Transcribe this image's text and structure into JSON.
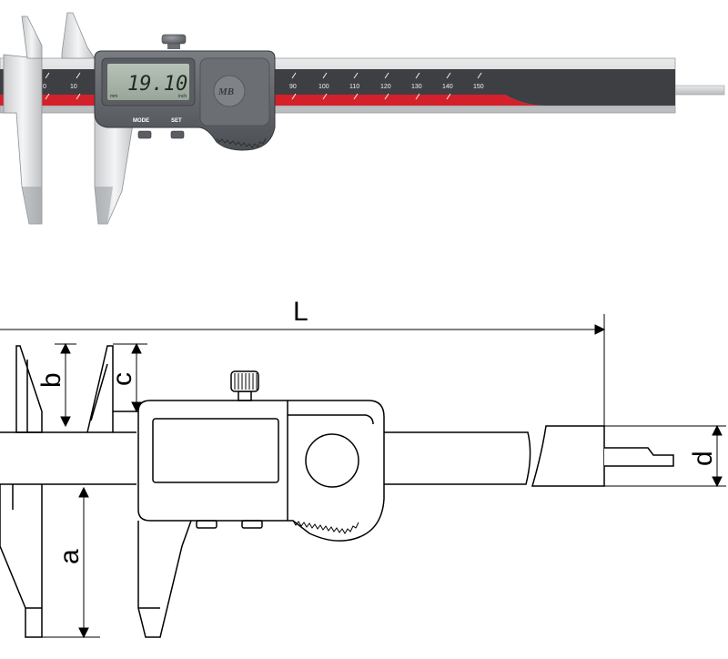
{
  "photo": {
    "display_value": "19.10",
    "unit_left": "mm",
    "unit_right": "inch",
    "mode_label": "MODE",
    "set_label": "SET",
    "logo": "MB",
    "scale_left": [
      "0",
      "10"
    ],
    "scale_right": [
      "90",
      "100",
      "110",
      "120",
      "130",
      "140",
      "150"
    ]
  },
  "drawing": {
    "label_L": "L",
    "label_a": "a",
    "label_b": "b",
    "label_c": "c",
    "label_d": "d"
  }
}
